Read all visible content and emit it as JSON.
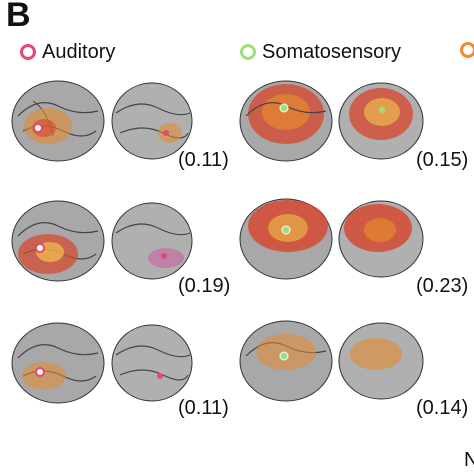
{
  "figure": {
    "panel_letter": "B",
    "legend": [
      {
        "label": "Auditory",
        "color": "#e8476f"
      },
      {
        "label": "Somatosensory",
        "color": "#9be07f"
      },
      {
        "label": "",
        "color": "#f08a35"
      }
    ],
    "rows": [
      {
        "values": [
          "(0.11)",
          "(0.15)"
        ]
      },
      {
        "values": [
          "(0.19)",
          "(0.23)"
        ]
      },
      {
        "values": [
          "(0.11)",
          "(0.14)"
        ]
      }
    ],
    "edge_glyph": "N"
  }
}
